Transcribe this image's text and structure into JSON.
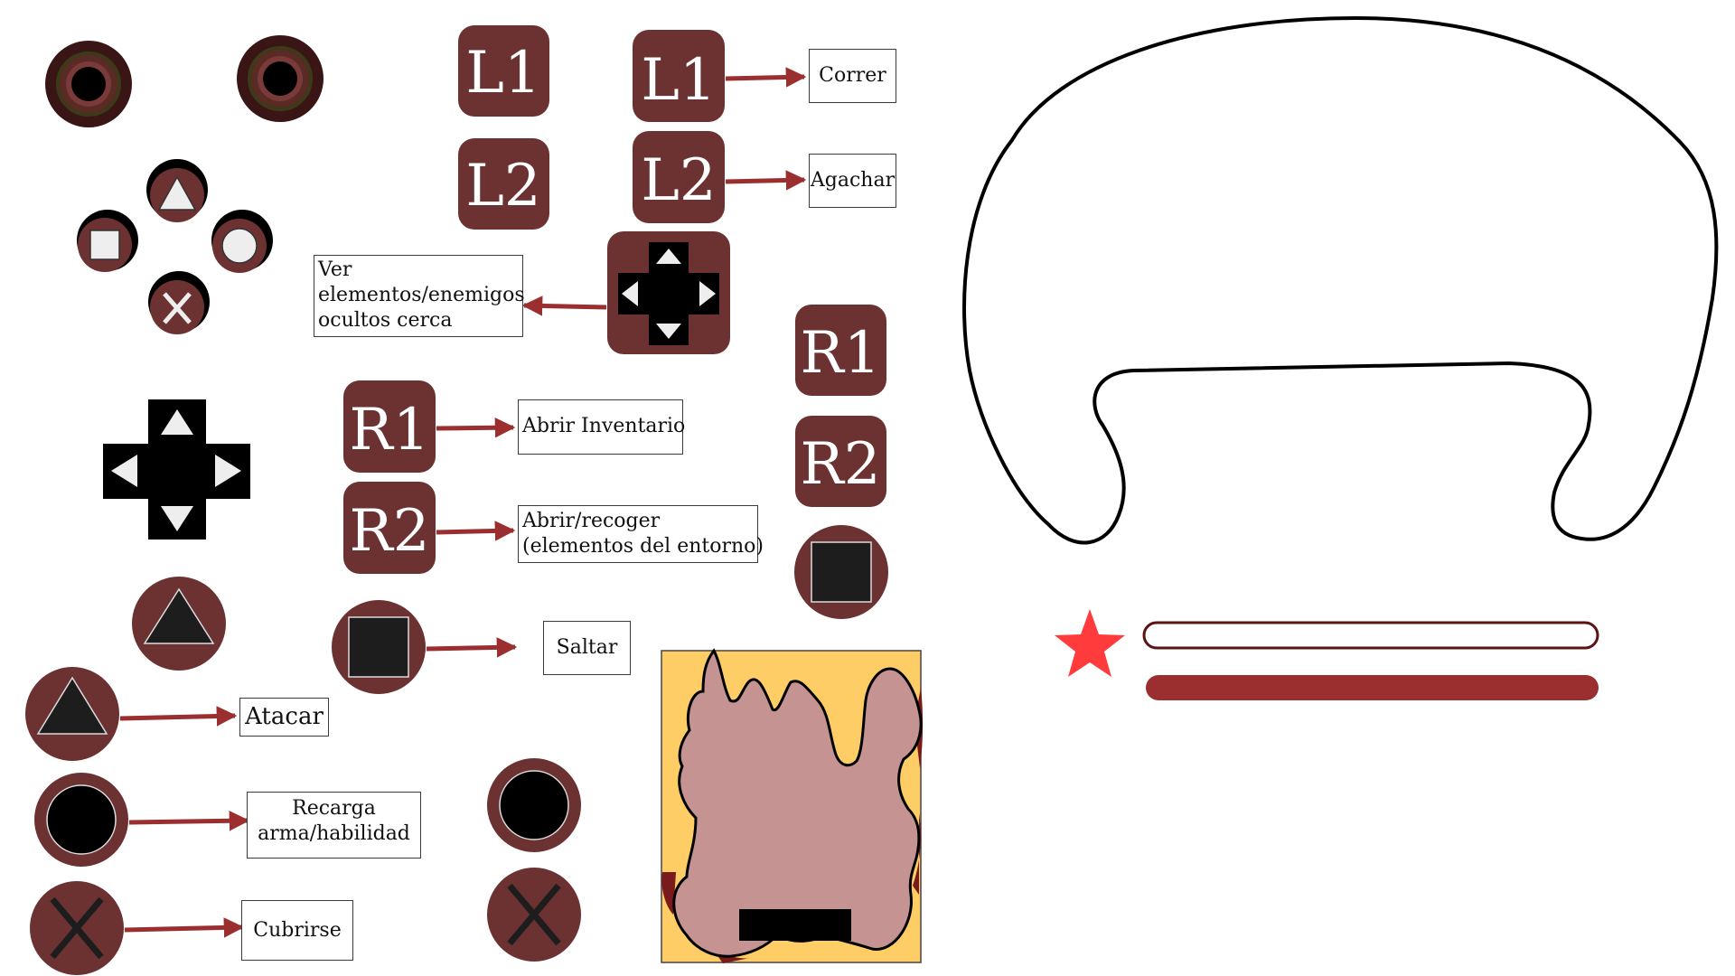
{
  "colors": {
    "button_fill": "#6b3231",
    "button_inner_dark": "#1d1d1d",
    "arrow": "#9b2f2f",
    "bar_fill": "#9b2f2f",
    "bar_outline": "#5a1414",
    "star": "#ff3b3b",
    "map_bg": "#ffcd66",
    "map_shape": "#c69393",
    "map_edge": "#7a1b1b",
    "symbol_light": "#eeeeee"
  },
  "buttons": {
    "l1": "L1",
    "l2": "L2",
    "r1": "R1",
    "r2": "R2"
  },
  "labels": {
    "correr": "Correr",
    "agachar": "Agachar",
    "ver_1": "Ver",
    "ver_2": "elementos/enemigos",
    "ver_3": "ocultos cerca",
    "abrir_inventario": "Abrir Inventario",
    "abrir_recoger_1": "Abrir/recoger",
    "abrir_recoger_2": "(elementos del entorno)",
    "saltar": "Saltar",
    "atacar": "Atacar",
    "recarga_1": "Recarga",
    "recarga_2": "arma/habilidad",
    "cubrirse": "Cubrirse"
  },
  "icons": [
    "analog-stick-icon",
    "triangle-icon",
    "square-icon",
    "circle-icon",
    "cross-icon",
    "dpad-icon",
    "star-icon",
    "arrow-icon"
  ],
  "hud": {
    "health_bar_fill": 0.0,
    "stamina_bar_fill": 1.0
  }
}
